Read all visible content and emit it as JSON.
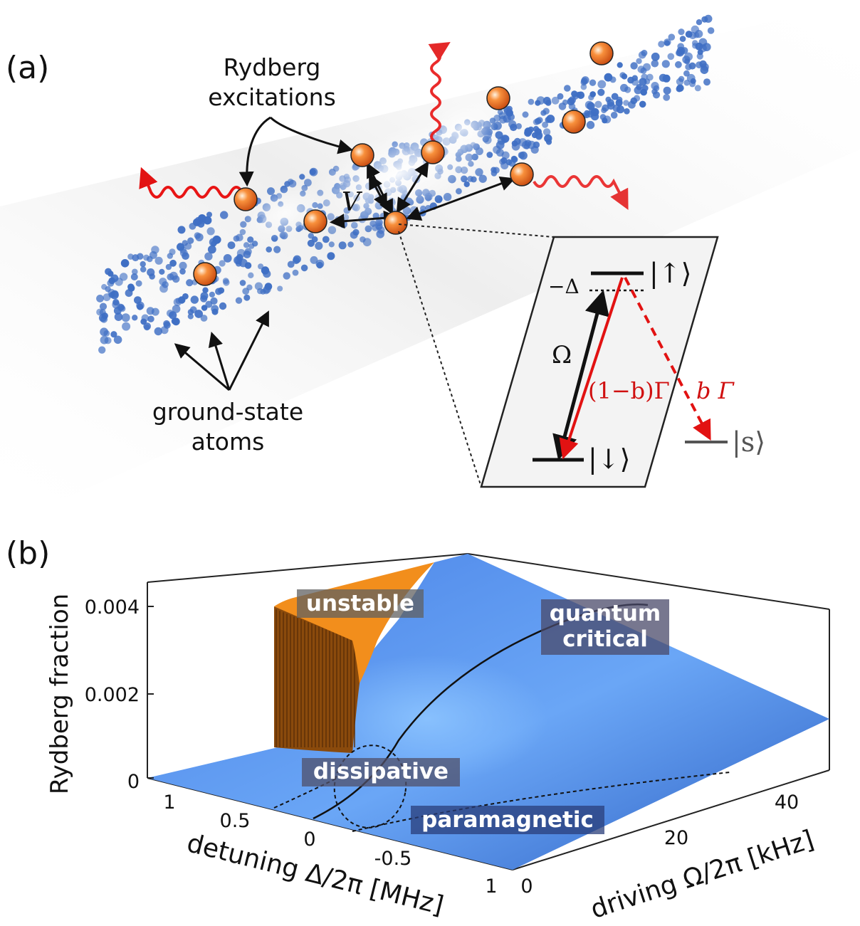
{
  "panel_a": {
    "label": "(a)",
    "rydberg_label_line1": "Rydberg",
    "rydberg_label_line2": "excitations",
    "ground_label_line1": "ground-state",
    "ground_label_line2": "atoms",
    "interaction_symbol": "V",
    "level_diagram": {
      "upper_state": "|↑⟩",
      "lower_state": "|↓⟩",
      "side_state": "|s⟩",
      "detuning": "−Δ",
      "rabi": "Ω",
      "decay_main": "(1−b)Γ",
      "decay_side": "b Γ"
    },
    "colors": {
      "atom": "#3f6fc4",
      "excitation": "#f07030",
      "photon": "#e81515",
      "decay": "#d01010"
    }
  },
  "panel_b": {
    "label": "(b)",
    "zlabel": "Rydberg fraction",
    "ztick_labels": [
      "0.004",
      "0.002",
      "0"
    ],
    "detuning_label": "detuning Δ/2π [MHz]",
    "detuning_ticks": [
      "1",
      "0.5",
      "0",
      "-0.5",
      "1"
    ],
    "driving_label": "driving Ω/2π [kHz]",
    "driving_ticks": [
      "0",
      "20",
      "40"
    ],
    "regions": [
      "unstable",
      "quantum critical",
      "dissipative",
      "paramagnetic"
    ],
    "regions_split": {
      "qc_line1": "quantum",
      "qc_line2": "critical"
    },
    "colors": {
      "surface": "#5a8fe8",
      "unstable": "#f28e1c",
      "wall": "#8a4a0c"
    }
  }
}
